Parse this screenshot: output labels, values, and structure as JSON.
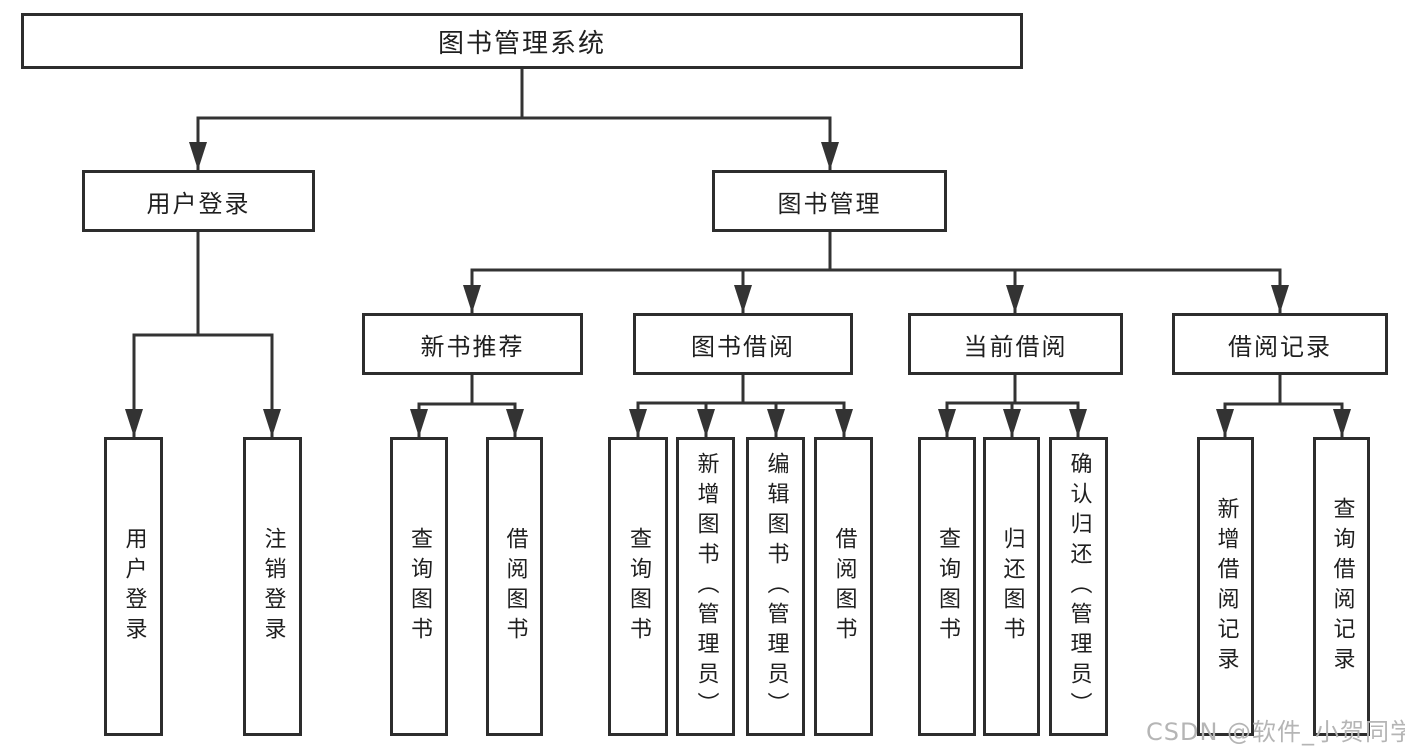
{
  "diagram": {
    "type": "tree",
    "title": "图书管理系统",
    "watermark": "CSDN @软件_小贺同学",
    "colors": {
      "background": "#ffffff",
      "box_border": "#2d2d2d",
      "connector": "#333333",
      "text": "#1f1f1f",
      "watermark": "#b5b5b5"
    },
    "nodes": {
      "root": {
        "label": "图书管理系统"
      },
      "user_login": {
        "label": "用户登录"
      },
      "book_management": {
        "label": "图书管理"
      },
      "new_book_recommend": {
        "label": "新书推荐"
      },
      "book_borrowing": {
        "label": "图书借阅"
      },
      "current_borrowing": {
        "label": "当前借阅"
      },
      "borrowing_records": {
        "label": "借阅记录"
      },
      "leaf_user_login": {
        "label": "用户登录"
      },
      "leaf_logout": {
        "label": "注销登录"
      },
      "leaf_query_books_recommend": {
        "label": "查询图书"
      },
      "leaf_borrow_books_recommend": {
        "label": "借阅图书"
      },
      "leaf_query_books_borrowing": {
        "label": "查询图书"
      },
      "leaf_add_books_admin": {
        "label": "新增图书（管理员）"
      },
      "leaf_edit_books_admin": {
        "label": "编辑图书（管理员）"
      },
      "leaf_borrow_books_borrowing": {
        "label": "借阅图书"
      },
      "leaf_query_books_current": {
        "label": "查询图书"
      },
      "leaf_return_books": {
        "label": "归还图书"
      },
      "leaf_confirm_return_admin": {
        "label": "确认归还（管理员）"
      },
      "leaf_add_borrow_record": {
        "label": "新增借阅记录"
      },
      "leaf_query_borrow_record": {
        "label": "查询借阅记录"
      }
    },
    "hierarchy": {
      "图书管理系统": {
        "用户登录": [
          "用户登录",
          "注销登录"
        ],
        "图书管理": {
          "新书推荐": [
            "查询图书",
            "借阅图书"
          ],
          "图书借阅": [
            "查询图书",
            "新增图书（管理员）",
            "编辑图书（管理员）",
            "借阅图书"
          ],
          "当前借阅": [
            "查询图书",
            "归还图书",
            "确认归还（管理员）"
          ],
          "借阅记录": [
            "新增借阅记录",
            "查询借阅记录"
          ]
        }
      }
    }
  }
}
